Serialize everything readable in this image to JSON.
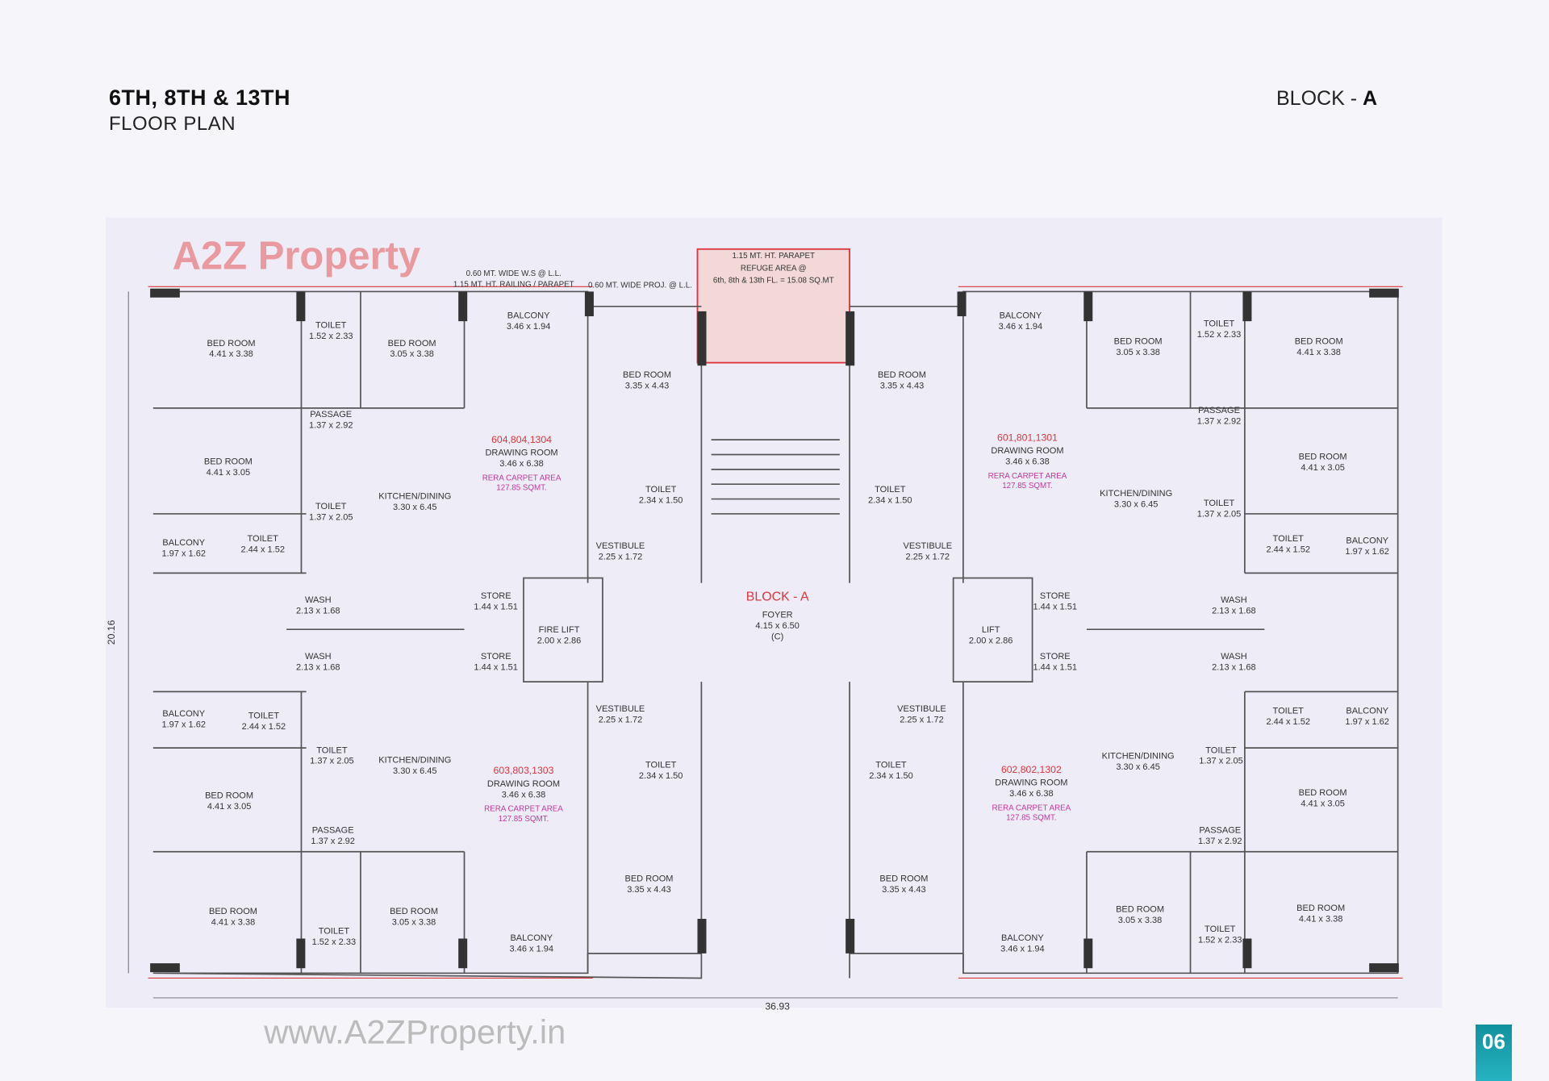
{
  "header": {
    "title": "6TH, 8TH & 13TH",
    "subtitle": "FLOOR PLAN",
    "block_prefix": "BLOCK - ",
    "block_letter": "A"
  },
  "page_number": "06",
  "plan": {
    "refuge": {
      "line1": "1.15 MT. HT. PARAPET",
      "line2": "REFUGE AREA @",
      "line3": "6th, 8th & 13th FL. = 15.08 SQ.MT"
    },
    "block_label": "BLOCK - A",
    "foyer": {
      "name": "FOYER",
      "dims": "4.15 x 6.50",
      "tag": "(C)"
    },
    "overall_width": "36.93",
    "overall_depth": "20.16",
    "parapet_top_left": "1.15 MT. HT. RAILING / PARAPET",
    "ws_top_left": "0.60 MT. WIDE W.S @ L.L.",
    "proj_top": "0.60 MT. WIDE PROJ. @ L.L.",
    "watermark_logo": "A2Z Property",
    "watermark_url": "www.A2ZProperty.in",
    "accent_red": "#d9363e",
    "accent_magenta": "#c0399a",
    "rooms": [
      {
        "name": "BED ROOM",
        "dims": "4.41 x 3.38"
      },
      {
        "name": "TOILET",
        "dims": "1.52 x 2.33"
      },
      {
        "name": "BED ROOM",
        "dims": "3.05 x 3.38"
      },
      {
        "name": "BALCONY",
        "dims": "3.46 x 1.94"
      },
      {
        "name": "PASSAGE",
        "dims": "1.37 x 2.92"
      },
      {
        "name": "BED ROOM",
        "dims": "4.41 x 3.05"
      },
      {
        "name": "TOILET",
        "dims": "1.37 x 2.05"
      },
      {
        "name": "KITCHEN/DINING",
        "dims": "3.30 x 6.45"
      },
      {
        "name": "BALCONY",
        "dims": "1.97 x 1.62"
      },
      {
        "name": "TOILET",
        "dims": "2.44 x 1.52"
      },
      {
        "name": "BED ROOM",
        "dims": "3.35 x 4.43"
      },
      {
        "name": "TOILET",
        "dims": "2.34 x 1.50"
      },
      {
        "name": "VESTIBULE",
        "dims": "2.25 x 1.72"
      },
      {
        "name": "STORE",
        "dims": "1.44 x 1.51"
      },
      {
        "name": "STORE",
        "dims": "1.44 x 1.51"
      },
      {
        "name": "WASH",
        "dims": "2.13 x 1.68"
      },
      {
        "name": "WASH",
        "dims": "2.13 x 1.68"
      },
      {
        "name": "FIRE LIFT",
        "dims": "2.00 x 2.86"
      },
      {
        "name": "LIFT",
        "dims": "2.00 x 2.86"
      },
      {
        "name": "BED ROOM",
        "dims": "3.35 x 4.43"
      },
      {
        "name": "BALCONY",
        "dims": "3.46 x 1.94"
      },
      {
        "name": "BED ROOM",
        "dims": "3.05 x 3.38"
      },
      {
        "name": "TOILET",
        "dims": "1.52 x 2.33"
      },
      {
        "name": "BED ROOM",
        "dims": "4.41 x 3.38"
      },
      {
        "name": "PASSAGE",
        "dims": "1.37 x 2.92"
      },
      {
        "name": "BED ROOM",
        "dims": "4.41 x 3.05"
      },
      {
        "name": "TOILET",
        "dims": "1.37 x 2.05"
      },
      {
        "name": "KITCHEN/DINING",
        "dims": "3.30 x 6.45"
      },
      {
        "name": "BALCONY",
        "dims": "1.97 x 1.62"
      },
      {
        "name": "TOILET",
        "dims": "2.44 x 1.52"
      },
      {
        "name": "TOILET",
        "dims": "2.34 x 1.50"
      },
      {
        "name": "VESTIBULE",
        "dims": "2.25 x 1.72"
      },
      {
        "name": "STORE",
        "dims": "1.44 x 1.51"
      },
      {
        "name": "STORE",
        "dims": "1.44 x 1.51"
      },
      {
        "name": "WASH",
        "dims": "2.13 x 1.68"
      },
      {
        "name": "WASH",
        "dims": "2.13 x 1.68"
      },
      {
        "name": "BALCONY",
        "dims": "1.97 x 1.62"
      },
      {
        "name": "TOILET",
        "dims": "2.44 x 1.52"
      },
      {
        "name": "TOILET",
        "dims": "1.37 x 2.05"
      },
      {
        "name": "KITCHEN/DINING",
        "dims": "3.30 x 6.45"
      },
      {
        "name": "BED ROOM",
        "dims": "4.41 x 3.05"
      },
      {
        "name": "PASSAGE",
        "dims": "1.37 x 2.92"
      },
      {
        "name": "VESTIBULE",
        "dims": "2.25 x 1.72"
      },
      {
        "name": "TOILET",
        "dims": "2.34 x 1.50"
      },
      {
        "name": "BED ROOM",
        "dims": "3.35 x 4.43"
      },
      {
        "name": "BED ROOM",
        "dims": "4.41 x 3.38"
      },
      {
        "name": "TOILET",
        "dims": "1.52 x 2.33"
      },
      {
        "name": "BED ROOM",
        "dims": "3.05 x 3.38"
      },
      {
        "name": "BALCONY",
        "dims": "3.46 x 1.94"
      },
      {
        "name": "VESTIBULE",
        "dims": "2.25 x 1.72"
      },
      {
        "name": "TOILET",
        "dims": "2.34 x 1.50"
      },
      {
        "name": "KITCHEN/DINING",
        "dims": "3.30 x 6.45"
      },
      {
        "name": "TOILET",
        "dims": "1.37 x 2.05"
      },
      {
        "name": "TOILET",
        "dims": "2.44 x 1.52"
      },
      {
        "name": "BALCONY",
        "dims": "1.97 x 1.62"
      },
      {
        "name": "BED ROOM",
        "dims": "4.41 x 3.05"
      },
      {
        "name": "PASSAGE",
        "dims": "1.37 x 2.92"
      },
      {
        "name": "BED ROOM",
        "dims": "3.35 x 4.43"
      },
      {
        "name": "BED ROOM",
        "dims": "3.05 x 3.38"
      },
      {
        "name": "TOILET",
        "dims": "1.52 x 2.33"
      },
      {
        "name": "BED ROOM",
        "dims": "4.41 x 3.38"
      },
      {
        "name": "BALCONY",
        "dims": "3.46 x 1.94"
      }
    ],
    "units": [
      {
        "numbers": "604,804,1304",
        "name": "DRAWING ROOM",
        "dims": "3.46 x 6.38",
        "rera1": "RERA CARPET AREA",
        "rera2": "127.85 SQMT."
      },
      {
        "numbers": "601,801,1301",
        "name": "DRAWING ROOM",
        "dims": "3.46 x 6.38",
        "rera1": "RERA CARPET AREA",
        "rera2": "127.85 SQMT."
      },
      {
        "numbers": "603,803,1303",
        "name": "DRAWING ROOM",
        "dims": "3.46 x 6.38",
        "rera1": "RERA CARPET AREA",
        "rera2": "127.85 SQMT."
      },
      {
        "numbers": "602,802,1302",
        "name": "DRAWING ROOM",
        "dims": "3.46 x 6.38",
        "rera1": "RERA CARPET AREA",
        "rera2": "127.85 SQMT."
      }
    ]
  }
}
